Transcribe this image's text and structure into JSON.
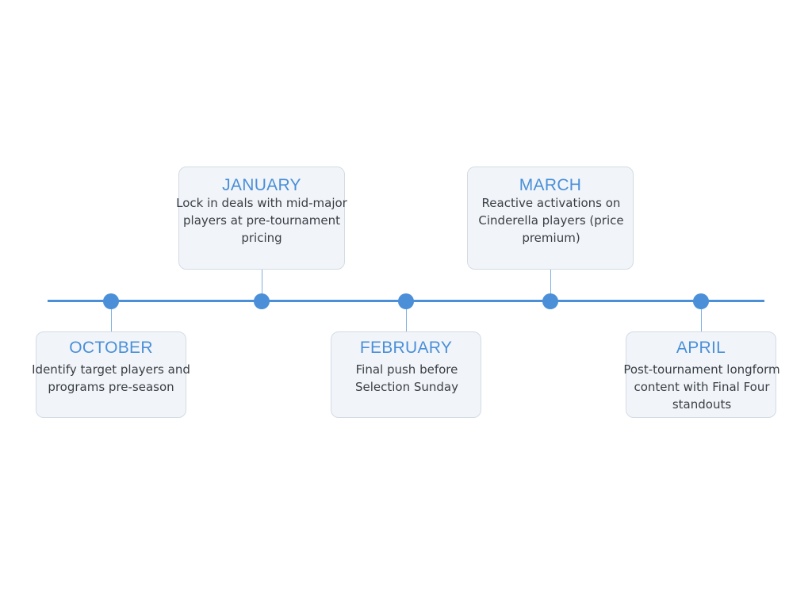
{
  "timeline": {
    "accent_color": "#4a8fd8",
    "events": [
      {
        "month": "OCTOBER",
        "description": "Identify target players and programs pre-season"
      },
      {
        "month": "JANUARY",
        "description": "Lock in deals with mid-major players at pre-tournament pricing"
      },
      {
        "month": "FEBRUARY",
        "description": "Final push before Selection Sunday"
      },
      {
        "month": "MARCH",
        "description": "Reactive activations on Cinderella players (price premium)"
      },
      {
        "month": "APRIL",
        "description": "Post-tournament longform content with Final Four standouts"
      }
    ]
  }
}
